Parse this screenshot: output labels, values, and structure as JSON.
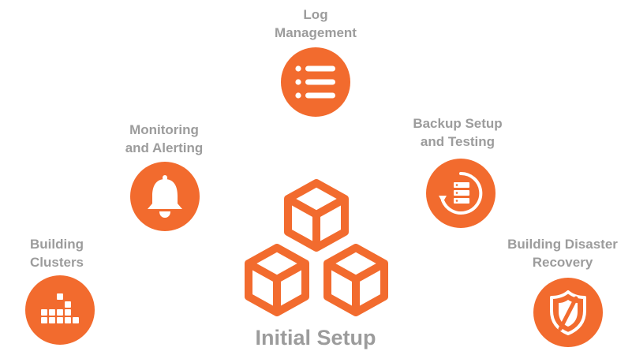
{
  "colors": {
    "accent": "#f26b2e",
    "label": "#9c9c9c",
    "icon": "#ffffff"
  },
  "center": {
    "title": "Initial Setup",
    "icon": "boxes-icon"
  },
  "nodes": [
    {
      "id": "log-management",
      "lines": [
        "Log",
        "Management"
      ],
      "icon": "list-icon"
    },
    {
      "id": "monitoring",
      "lines": [
        "Monitoring",
        "and Alerting"
      ],
      "icon": "bell-icon"
    },
    {
      "id": "backup",
      "lines": [
        "Backup Setup",
        "and Testing"
      ],
      "icon": "backup-icon"
    },
    {
      "id": "clusters",
      "lines": [
        "Building",
        "Clusters"
      ],
      "icon": "cluster-icon"
    },
    {
      "id": "disaster-recovery",
      "lines": [
        "Building Disaster",
        "Recovery"
      ],
      "icon": "shield-icon"
    }
  ]
}
